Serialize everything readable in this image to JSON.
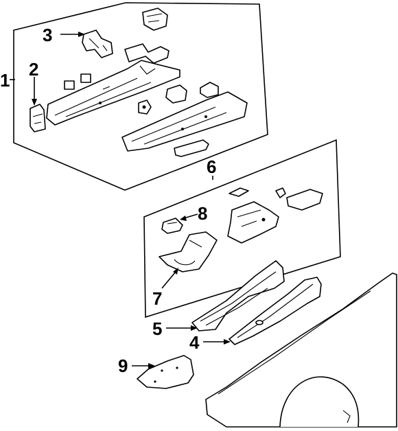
{
  "callouts": [
    {
      "id": "c1",
      "label": "1"
    },
    {
      "id": "c2",
      "label": "2"
    },
    {
      "id": "c3",
      "label": "3"
    },
    {
      "id": "c4",
      "label": "4"
    },
    {
      "id": "c5",
      "label": "5"
    },
    {
      "id": "c6",
      "label": "6"
    },
    {
      "id": "c7",
      "label": "7"
    },
    {
      "id": "c8",
      "label": "8"
    },
    {
      "id": "c9",
      "label": "9"
    }
  ],
  "colors": {
    "line": "#000000",
    "background": "#ffffff"
  }
}
